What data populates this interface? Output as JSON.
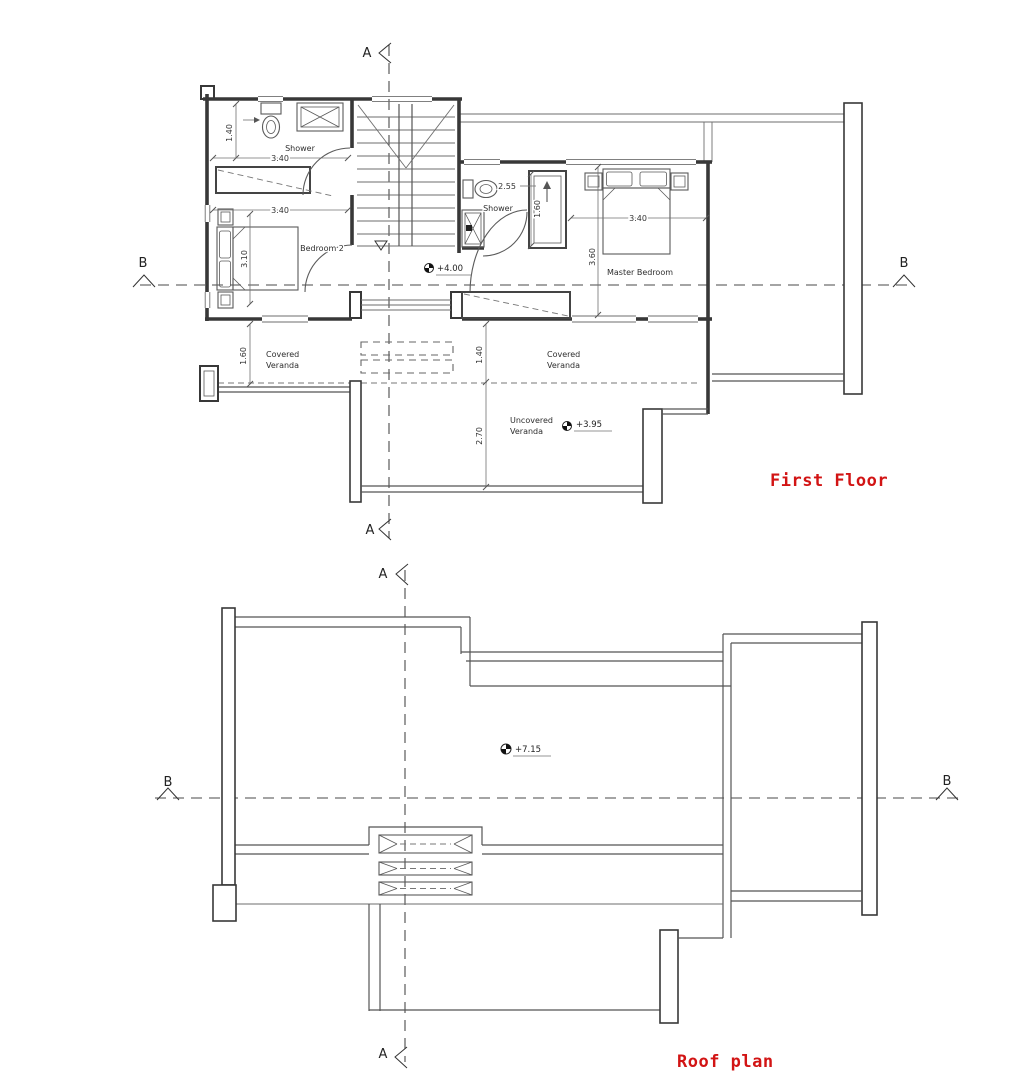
{
  "palette": {
    "background": "#ffffff",
    "wall": "#383838",
    "line": "#555555",
    "dash": "#4a4a4a",
    "text": "#2e2e2e",
    "red": "#d21414"
  },
  "first_floor": {
    "title": "First Floor",
    "labels": {
      "shower_left": "Shower",
      "shower_right": "Shower",
      "bedroom2": "Bedroom 2",
      "master_bedroom": "Master Bedroom",
      "covered_left_1": "Covered",
      "covered_left_2": "Veranda",
      "covered_right_1": "Covered",
      "covered_right_2": "Veranda",
      "uncovered_1": "Uncovered",
      "uncovered_2": "Veranda"
    },
    "levels": {
      "hall": "+4.00",
      "uncovered": "+3.95"
    },
    "dims": {
      "bath_height": "1.40",
      "bath_width": "3.40",
      "bedroom2_width": "3.40",
      "bedroom2_depth": "3.10",
      "wc_width": "2.55",
      "closet_depth": "1.60",
      "master_width": "3.40",
      "master_depth": "3.60",
      "veranda_left": "1.60",
      "veranda_right": "1.40",
      "uncovered_depth": "2.70"
    },
    "sections": {
      "a": "A",
      "b": "B"
    }
  },
  "roof": {
    "title": "Roof plan",
    "level": "+7.15",
    "sections": {
      "a": "A",
      "b": "B"
    }
  }
}
